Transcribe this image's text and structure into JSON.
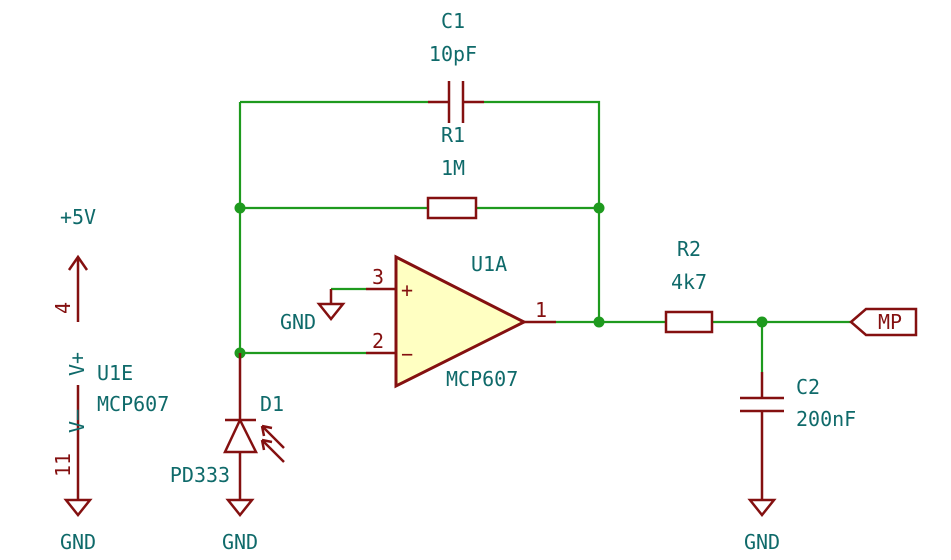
{
  "components": {
    "c1": {
      "ref": "C1",
      "value": "10pF"
    },
    "r1": {
      "ref": "R1",
      "value": "1M"
    },
    "r2": {
      "ref": "R2",
      "value": "4k7"
    },
    "c2": {
      "ref": "C2",
      "value": "200nF"
    },
    "u1a": {
      "ref": "U1A",
      "value": "MCP607",
      "pins": {
        "noninv": "3",
        "inv": "2",
        "out": "1"
      },
      "plus": "+",
      "minus": "−"
    },
    "u1e": {
      "ref": "U1E",
      "value": "MCP607",
      "pins": {
        "vplus_num": "4",
        "vplus_name": "V+",
        "vminus_num": "11",
        "vminus_name": "V−"
      }
    },
    "d1": {
      "ref": "D1",
      "value": "PD333"
    }
  },
  "power": {
    "vcc": "+5V",
    "gnd_u1e": "GND",
    "gnd_d1": "GND",
    "gnd_opamp": "GND",
    "gnd_c2": "GND"
  },
  "labels": {
    "output": "MP"
  },
  "colors": {
    "wire": "#1e9a1e",
    "component": "#841010",
    "label": "#0f6a6a",
    "body": "#ffffc2"
  }
}
